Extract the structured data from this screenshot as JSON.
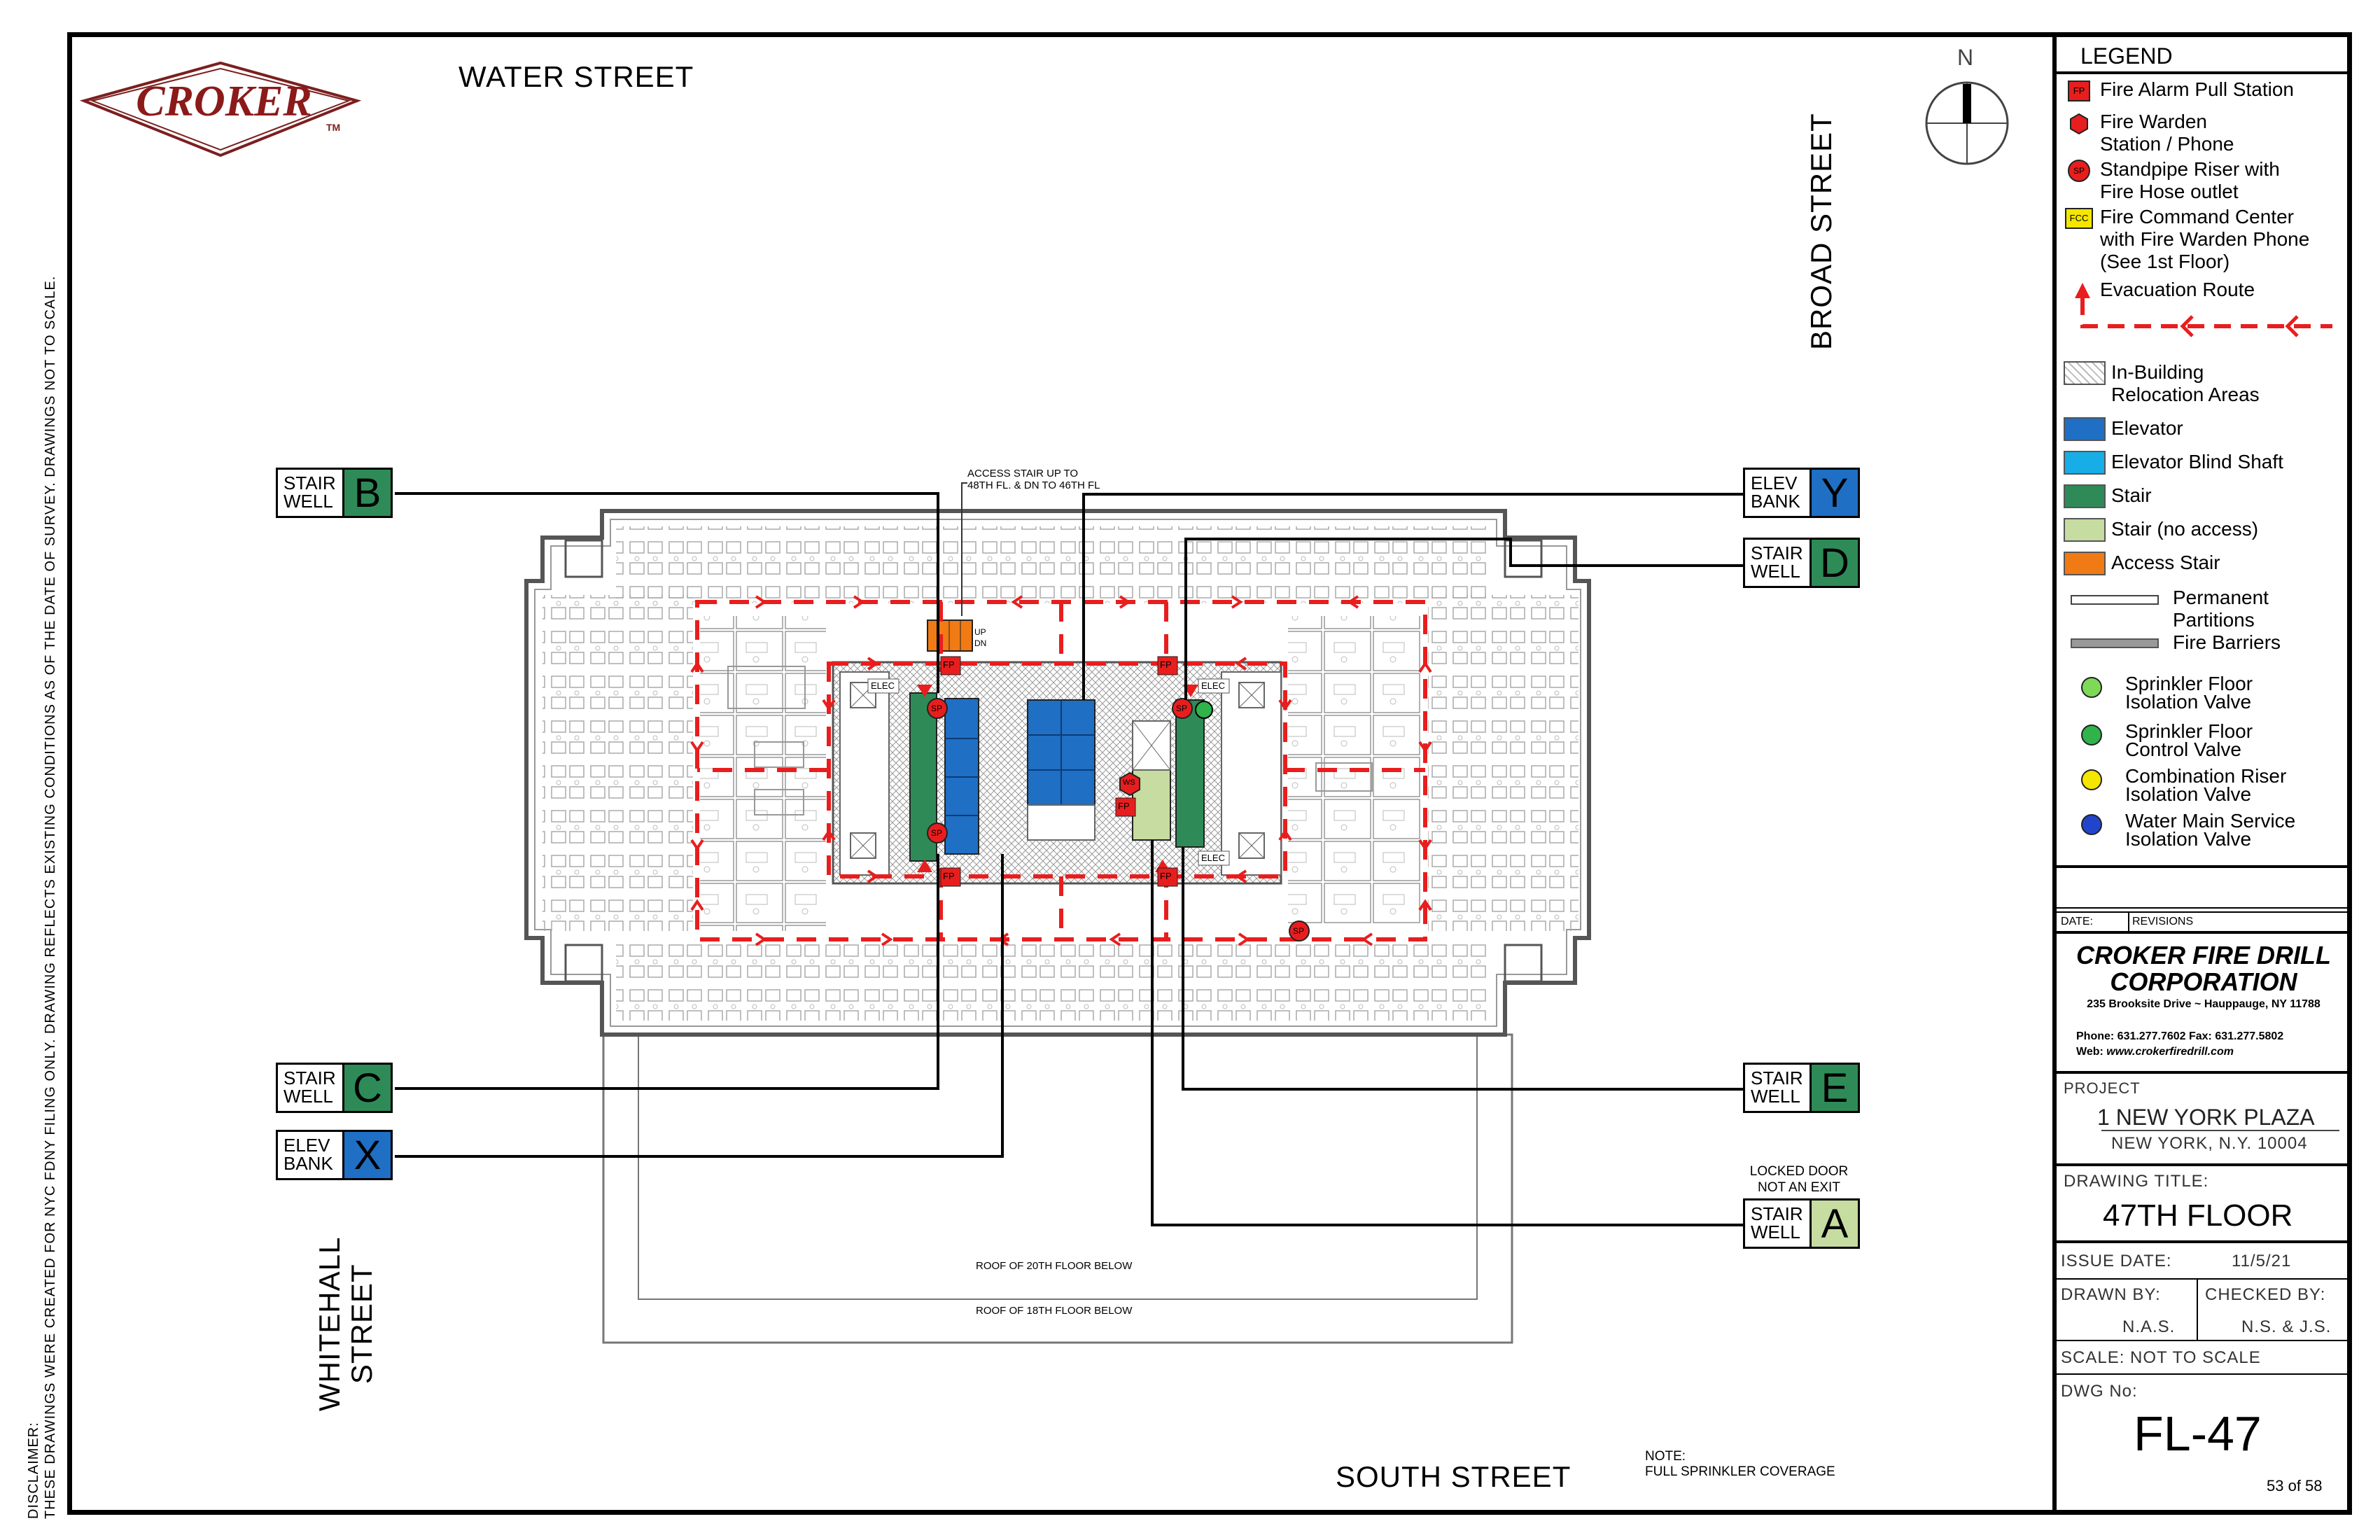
{
  "logo": {
    "text": "CROKER",
    "tm": "TM"
  },
  "streets": {
    "north": "WATER STREET",
    "east": "BROAD STREET",
    "south": "SOUTH STREET",
    "west_line1": "WHITEHALL",
    "west_line2": "STREET"
  },
  "compass": {
    "north": "N"
  },
  "disclaimer": {
    "line1": "DISCLAIMER:",
    "line2": "THESE DRAWINGS WERE CREATED FOR NYC FDNY FILING ONLY. DRAWING REFLECTS EXISTING CONDITIONS AS OF THE DATE OF SURVEY. DRAWINGS NOT TO SCALE."
  },
  "labels": {
    "stair_b": {
      "line1": "STAIR",
      "line2": "WELL",
      "letter": "B"
    },
    "stair_c": {
      "line1": "STAIR",
      "line2": "WELL",
      "letter": "C"
    },
    "elev_x": {
      "line1": "ELEV",
      "line2": "BANK",
      "letter": "X"
    },
    "elev_y": {
      "line1": "ELEV",
      "line2": "BANK",
      "letter": "Y"
    },
    "stair_d": {
      "line1": "STAIR",
      "line2": "WELL",
      "letter": "D"
    },
    "stair_e": {
      "line1": "STAIR",
      "line2": "WELL",
      "letter": "E"
    },
    "stair_a": {
      "line1": "STAIR",
      "line2": "WELL",
      "letter": "A"
    },
    "locked_line1": "LOCKED DOOR",
    "locked_line2": "NOT AN EXIT"
  },
  "annotations": {
    "access_stair_line1": "ACCESS STAIR UP TO",
    "access_stair_line2": "48TH FL. & DN TO 46TH FL",
    "roof_20": "ROOF OF 20TH FLOOR BELOW",
    "roof_18": "ROOF OF 18TH FLOOR BELOW",
    "note_title": "NOTE:",
    "note_text": "FULL SPRINKLER COVERAGE",
    "elec": "ELEC",
    "up": "UP",
    "dn": "DN"
  },
  "markers": {
    "fp": "FP",
    "sp": "SP",
    "ws": "WS",
    "fcc": "FCC"
  },
  "legend": {
    "title": "LEGEND",
    "fire_alarm": "Fire Alarm Pull Station",
    "fire_warden_1": "Fire Warden",
    "fire_warden_2": "Station / Phone",
    "standpipe_1": "Standpipe Riser with",
    "standpipe_2": "Fire Hose outlet",
    "fcc_1": "Fire Command Center",
    "fcc_2": "with Fire Warden Phone",
    "fcc_3": "(See 1st Floor)",
    "evac": "Evacuation  Route",
    "relocation_1": "In-Building",
    "relocation_2": "Relocation Areas",
    "elevator": "Elevator",
    "elevator_blind": "Elevator Blind Shaft",
    "stair": "Stair",
    "stair_no_access": "Stair (no access)",
    "access_stair": "Access Stair",
    "permanent_1": "Permanent",
    "permanent_2": "Partitions",
    "fire_barriers": "Fire Barriers",
    "sprinkler_iso_1": "Sprinkler Floor",
    "sprinkler_iso_2": "Isolation Valve",
    "sprinkler_ctrl_1": "Sprinkler Floor",
    "sprinkler_ctrl_2": "Control Valve",
    "combo_1": "Combination Riser",
    "combo_2": "Isolation Valve",
    "water_1": "Water Main Service",
    "water_2": "Isolation Valve"
  },
  "colors": {
    "elevator": "#1f6fc4",
    "blind_shaft": "#17aee8",
    "stair": "#2e8b57",
    "stair_no_access": "#c6dca0",
    "access_stair": "#f07a14",
    "route": "#e81e1e",
    "fcc": "#f5e600"
  },
  "title_block": {
    "date_label": "DATE:",
    "revisions_label": "REVISIONS",
    "company_1": "CROKER FIRE DRILL",
    "company_2": "CORPORATION",
    "address": "235 Brooksite Drive ~ Hauppauge, NY 11788",
    "phone": "Phone: 631.277.7602  Fax: 631.277.5802",
    "web_label": "Web:",
    "web": "www.crokerfiredrill.com",
    "project_label": "PROJECT",
    "project_name": "1 NEW YORK PLAZA",
    "project_city": "NEW YORK, N.Y. 10004",
    "drawing_title_label": "DRAWING TITLE:",
    "drawing_title": "47TH FLOOR",
    "issue_date_label": "ISSUE DATE:",
    "issue_date": "11/5/21",
    "drawn_by_label": "DRAWN BY:",
    "drawn_by": "N.A.S.",
    "checked_by_label": "CHECKED BY:",
    "checked_by": "N.S. & J.S.",
    "scale": "SCALE:  NOT TO SCALE",
    "dwg_no_label": "DWG No:",
    "dwg_no": "FL-47",
    "sheet": "53 of 58"
  }
}
